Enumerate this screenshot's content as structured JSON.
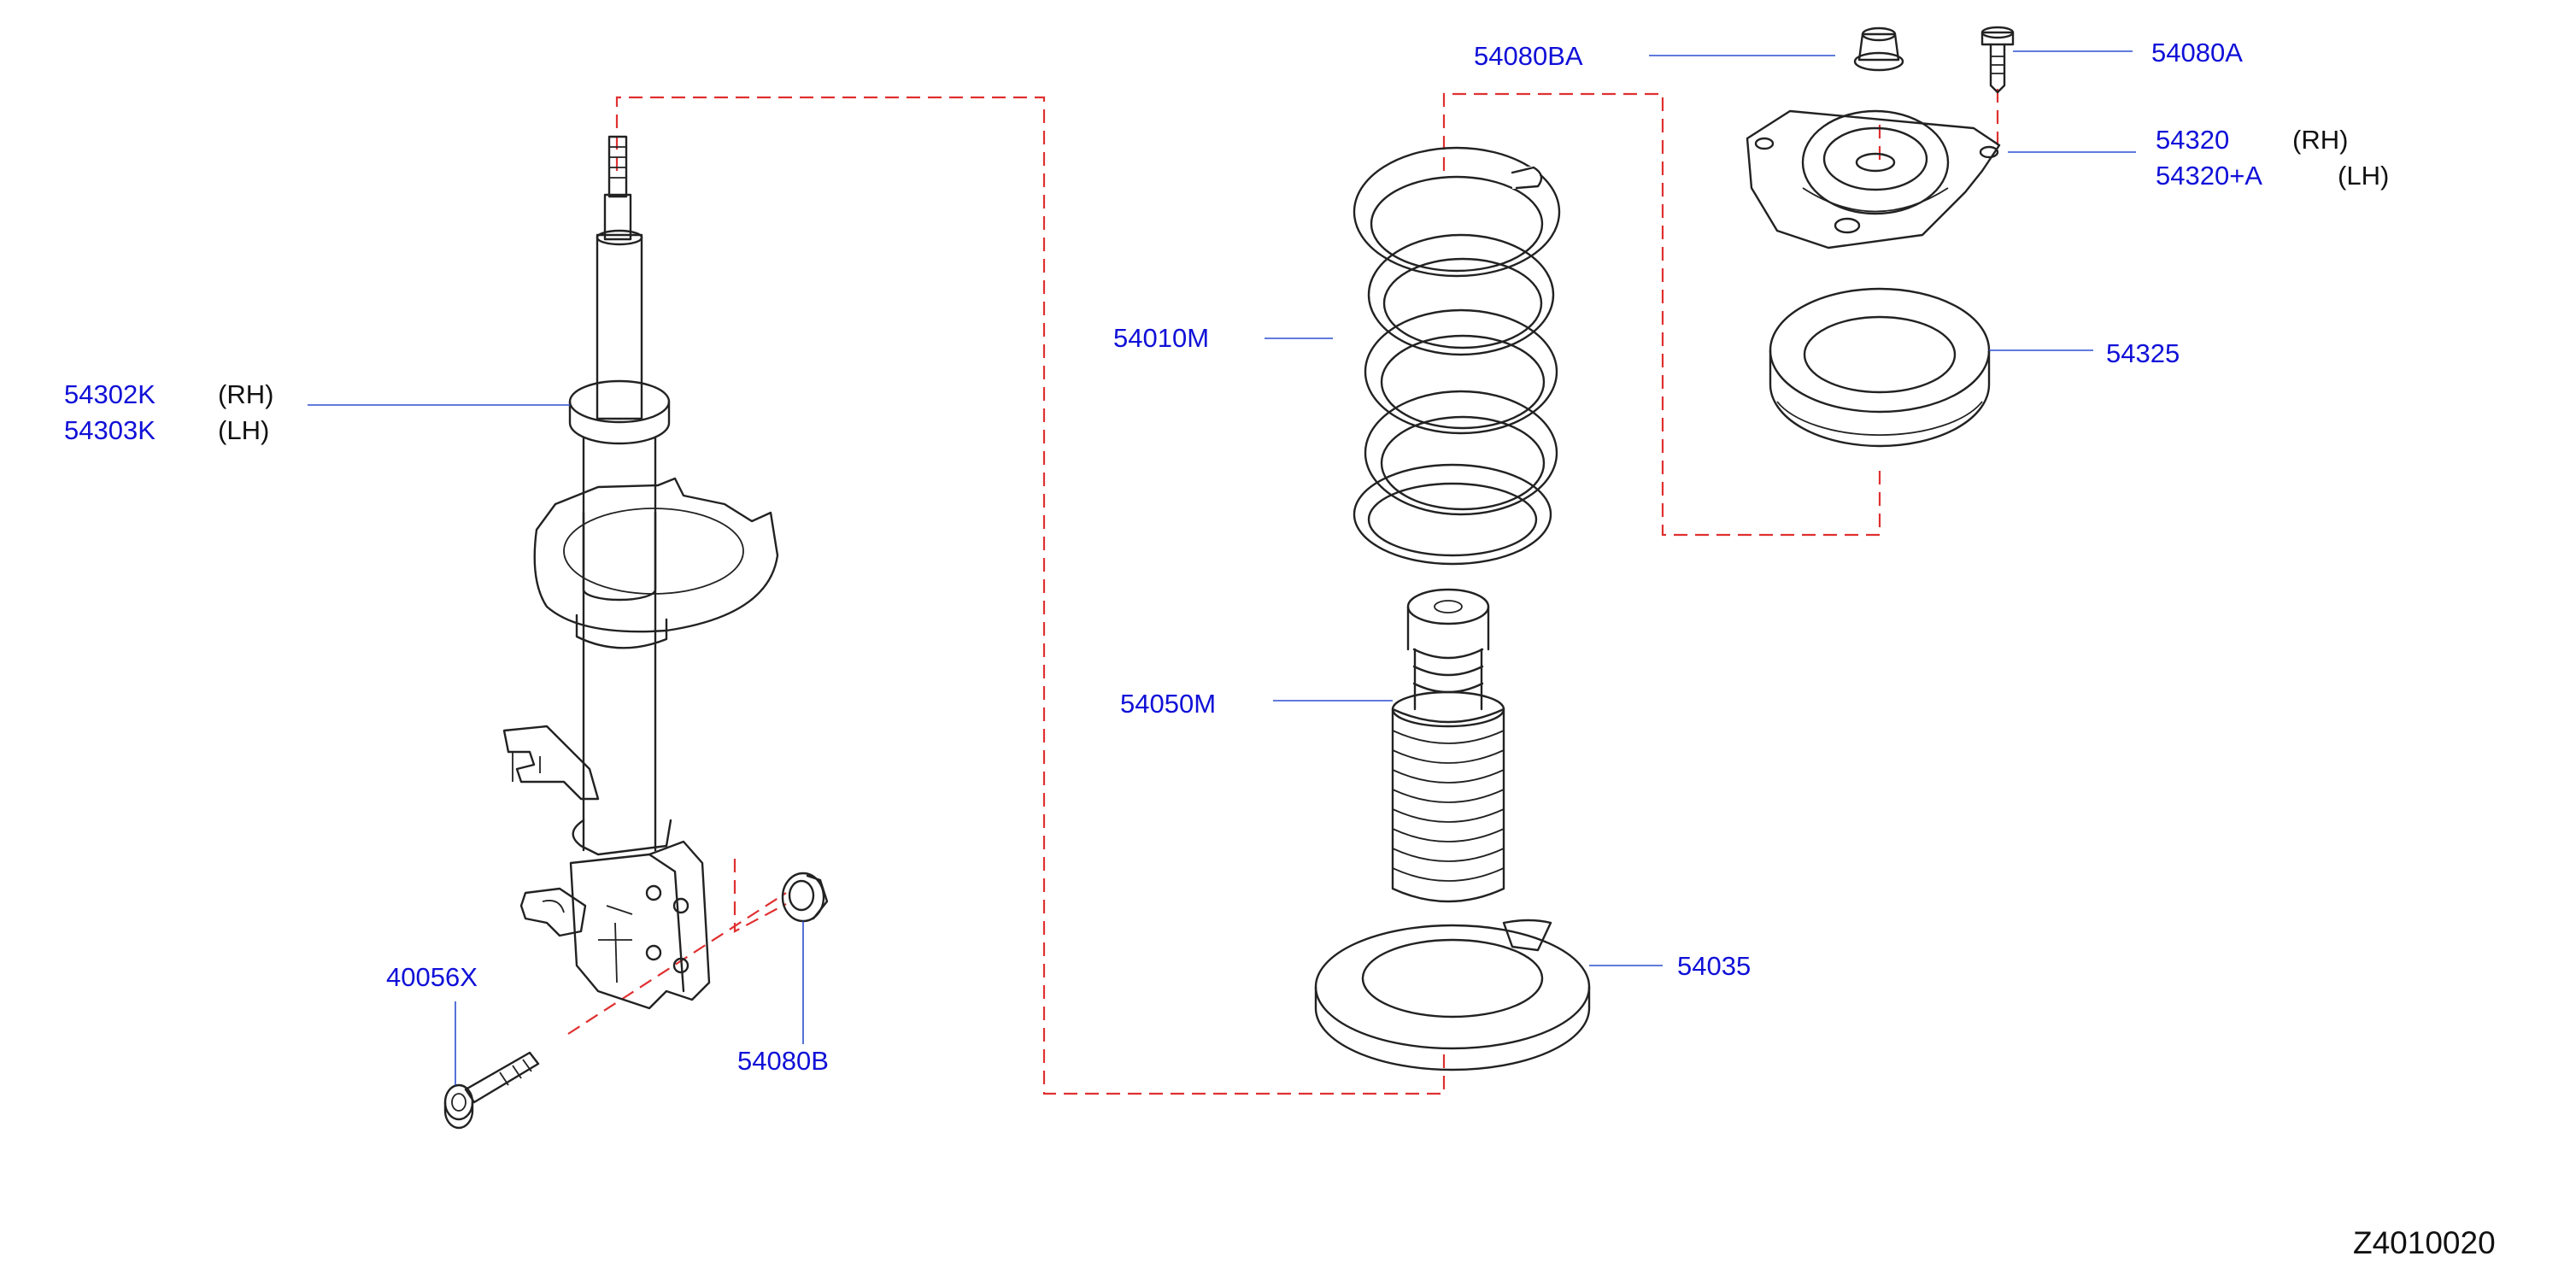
{
  "diagram_code": "Z4010020",
  "colors": {
    "label": "#1010d8",
    "leader": "#2b4fd0",
    "assembly_line": "#e03030",
    "drawing": "#222222"
  },
  "callouts": {
    "strut": {
      "part_no_rh": "54302K",
      "side_rh": "(RH)",
      "part_no_lh": "54303K",
      "side_lh": "(LH)"
    },
    "bolt": {
      "part_no": "40056X"
    },
    "strut_nut": {
      "part_no": "54080B"
    },
    "spring": {
      "part_no": "54010M"
    },
    "bump_stop": {
      "part_no": "54050M"
    },
    "spring_seat": {
      "part_no": "54035"
    },
    "top_nut": {
      "part_no": "54080BA"
    },
    "mount_bolt": {
      "part_no": "54080A"
    },
    "mount": {
      "part_no_rh": "54320",
      "side_rh": "(RH)",
      "part_no_lh": "54320+A",
      "side_lh": "(LH)"
    },
    "bearing": {
      "part_no": "54325"
    }
  }
}
